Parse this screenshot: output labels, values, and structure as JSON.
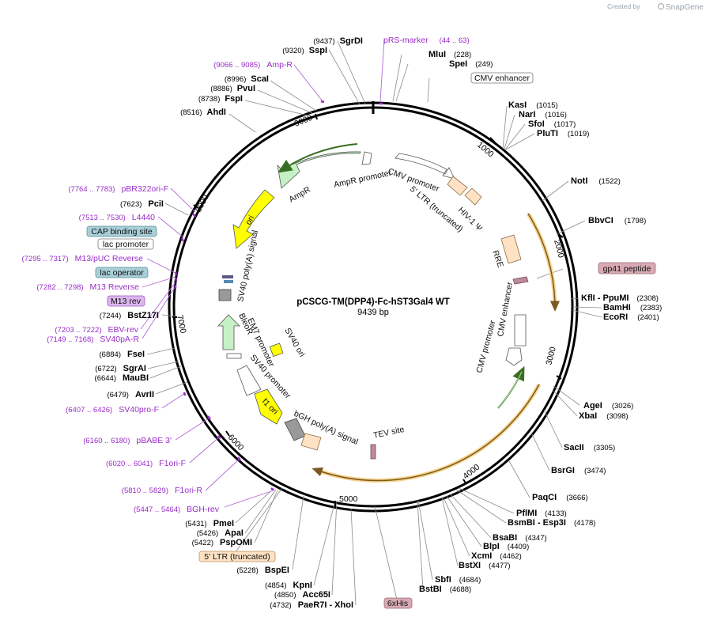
{
  "credit": {
    "prefix": "Created by",
    "brand": "SnapGene"
  },
  "plasmid": {
    "name": "pCSCG-TM(DPP4)-Fc-hST3Gal4 WT",
    "size": "9439 bp"
  },
  "ticks": [
    "1000",
    "2000",
    "3000",
    "4000",
    "5000",
    "6000",
    "7000",
    "8000",
    "9000"
  ],
  "sites_right": [
    {
      "name": "MluI",
      "pos": "(228)"
    },
    {
      "name": "SpeI",
      "pos": "(249)"
    },
    {
      "name": "KasI",
      "pos": "(1015)"
    },
    {
      "name": "NarI",
      "pos": "(1016)"
    },
    {
      "name": "SfoI",
      "pos": "(1017)"
    },
    {
      "name": "PluTI",
      "pos": "(1019)"
    },
    {
      "name": "NotI",
      "pos": "(1522)"
    },
    {
      "name": "BbvCI",
      "pos": "(1798)"
    },
    {
      "name": "KflI  - PpuMI",
      "pos": "(2308)"
    },
    {
      "name": "BamHI",
      "pos": "(2383)"
    },
    {
      "name": "EcoRI",
      "pos": "(2401)"
    },
    {
      "name": "AgeI",
      "pos": "(3026)"
    },
    {
      "name": "XbaI",
      "pos": "(3098)"
    },
    {
      "name": "SacII",
      "pos": "(3305)"
    },
    {
      "name": "BsrGI",
      "pos": "(3474)"
    },
    {
      "name": "PaqCI",
      "pos": "(3666)"
    },
    {
      "name": "PflMI",
      "pos": "(4133)"
    },
    {
      "name": "BsmBI  - Esp3I",
      "pos": "(4178)"
    },
    {
      "name": "BsaBI",
      "pos": "(4347)"
    },
    {
      "name": "BlpI",
      "pos": "(4409)"
    },
    {
      "name": "XcmI",
      "pos": "(4462)"
    },
    {
      "name": "BstXI",
      "pos": "(4477)"
    },
    {
      "name": "SbfI",
      "pos": "(4684)"
    },
    {
      "name": "BstBI",
      "pos": "(4688)"
    }
  ],
  "sites_left": [
    {
      "name": "SgrDI",
      "pos": "(9437)"
    },
    {
      "name": "SspI",
      "pos": "(9320)"
    },
    {
      "name": "ScaI",
      "pos": "(8996)"
    },
    {
      "name": "PvuI",
      "pos": "(8886)"
    },
    {
      "name": "FspI",
      "pos": "(8738)"
    },
    {
      "name": "AhdI",
      "pos": "(8516)"
    },
    {
      "name": "PciI",
      "pos": "(7623)"
    },
    {
      "name": "BstZ17I",
      "pos": "(7244)"
    },
    {
      "name": "FseI",
      "pos": "(6884)"
    },
    {
      "name": "SgrAI",
      "pos": "(6722)"
    },
    {
      "name": "MauBI",
      "pos": "(6644)"
    },
    {
      "name": "AvrII",
      "pos": "(6479)"
    },
    {
      "name": "PmeI",
      "pos": "(5431)"
    },
    {
      "name": "ApaI",
      "pos": "(5426)"
    },
    {
      "name": "PspOMI",
      "pos": "(5422)"
    },
    {
      "name": "BspEI",
      "pos": "(5228)"
    },
    {
      "name": "KpnI",
      "pos": "(4854)"
    },
    {
      "name": "Acc65I",
      "pos": "(4850)"
    },
    {
      "name": "PaeR7I  - XhoI",
      "pos": "(4732)"
    }
  ],
  "primers": [
    {
      "name": "pRS-marker",
      "range": "(44 .. 63)"
    },
    {
      "name": "Amp-R",
      "range": "(9066 .. 9085)"
    },
    {
      "name": "pBR322ori-F",
      "range": "(7764 .. 7783)"
    },
    {
      "name": "L4440",
      "range": "(7513 .. 7530)"
    },
    {
      "name": "M13/pUC Reverse",
      "range": "(7295 .. 7317)"
    },
    {
      "name": "M13 Reverse",
      "range": "(7282 .. 7298)"
    },
    {
      "name": "EBV-rev",
      "range": "(7203 .. 7222)"
    },
    {
      "name": "SV40pA-R",
      "range": "(7149 .. 7168)"
    },
    {
      "name": "SV40pro-F",
      "range": "(6407 .. 6426)"
    },
    {
      "name": "pBABE 3'",
      "range": "(6160 .. 6180)"
    },
    {
      "name": "F1ori-F",
      "range": "(6020 .. 6041)"
    },
    {
      "name": "F1ori-R",
      "range": "(5810 .. 5829)"
    },
    {
      "name": "BGH-rev",
      "range": "(5447 .. 5464)"
    }
  ],
  "boxed_labels": [
    {
      "text": "CMV enhancer",
      "fill": "#ffffff",
      "stroke": "#777777"
    },
    {
      "text": "gp41 peptide",
      "fill": "#d8aab4",
      "stroke": "#9a6a74"
    },
    {
      "text": "CAP binding site",
      "fill": "#a8cfd8",
      "stroke": "#5f8f99"
    },
    {
      "text": "lac promoter",
      "fill": "#ffffff",
      "stroke": "#777777"
    },
    {
      "text": "lac operator",
      "fill": "#a8cfd8",
      "stroke": "#5f8f99"
    },
    {
      "text": "M13 rev",
      "fill": "#dcb6ee",
      "stroke": "#9a5fc0"
    },
    {
      "text": "5' LTR (truncated)",
      "fill": "#ffe2c4",
      "stroke": "#b88e62"
    },
    {
      "text": "6xHis",
      "fill": "#d8aab4",
      "stroke": "#9a6a74"
    }
  ],
  "features": [
    {
      "text": "AmpR promoter"
    },
    {
      "text": "AmpR"
    },
    {
      "text": "ori"
    },
    {
      "text": "SV40 poly(A) signal"
    },
    {
      "text": "CMV promoter"
    },
    {
      "text": "5' LTR (truncated)"
    },
    {
      "text": "HIV-1 Ψ"
    },
    {
      "text": "RRE"
    },
    {
      "text": "CMV enhancer"
    },
    {
      "text": "CMV promoter"
    },
    {
      "text": "EM7 promoter"
    },
    {
      "text": "BleoR"
    },
    {
      "text": "SV40 ori"
    },
    {
      "text": "SV40 promoter"
    },
    {
      "text": "f1 ori"
    },
    {
      "text": "bGH poly(A) signal"
    },
    {
      "text": "TEV site"
    }
  ]
}
